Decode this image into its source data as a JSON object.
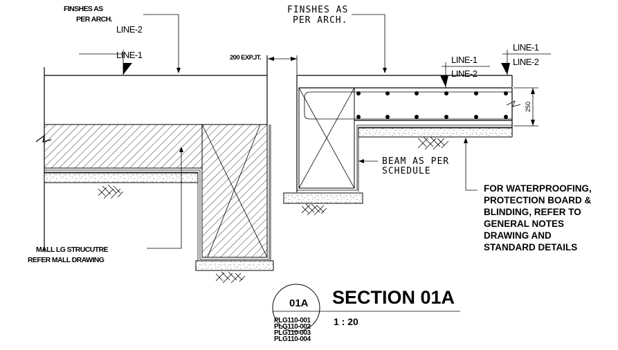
{
  "drawing": {
    "title": "SECTION 01A",
    "scale": "1 : 20",
    "section_tag": "01A",
    "sheet_refs": [
      "PLG110-001",
      "PLG110-002",
      "PLG110-003",
      "PLG110-004"
    ]
  },
  "left_detail": {
    "finishes_label_line1": "FINSHES AS",
    "finishes_label_line2": "PER ARCH.",
    "line2_label": "LINE-2",
    "line1_label": "LINE-1",
    "structure_label_line1": "MALL LG STRUCUTRE",
    "structure_label_line2": "REFER MALL DRAWING"
  },
  "expansion_joint": {
    "label": "200 EXP.JT."
  },
  "right_detail": {
    "finishes_label_line1": "FINSHES AS",
    "finishes_label_line2": "PER ARCH.",
    "level_a": {
      "upper": "LINE-1",
      "lower": "LINE-2"
    },
    "level_b": {
      "upper": "LINE-1",
      "lower": "LINE-2"
    },
    "slab_depth_dimension": "250",
    "beam_label_line1": "BEAM AS PER",
    "beam_label_line2": "SCHEDULE",
    "waterproofing_note": [
      "FOR WATERPROOFING,",
      "PROTECTION BOARD &",
      "BLINDING, REFER TO",
      "GENERAL NOTES",
      "DRAWING AND",
      "STANDARD DETAILS"
    ]
  }
}
